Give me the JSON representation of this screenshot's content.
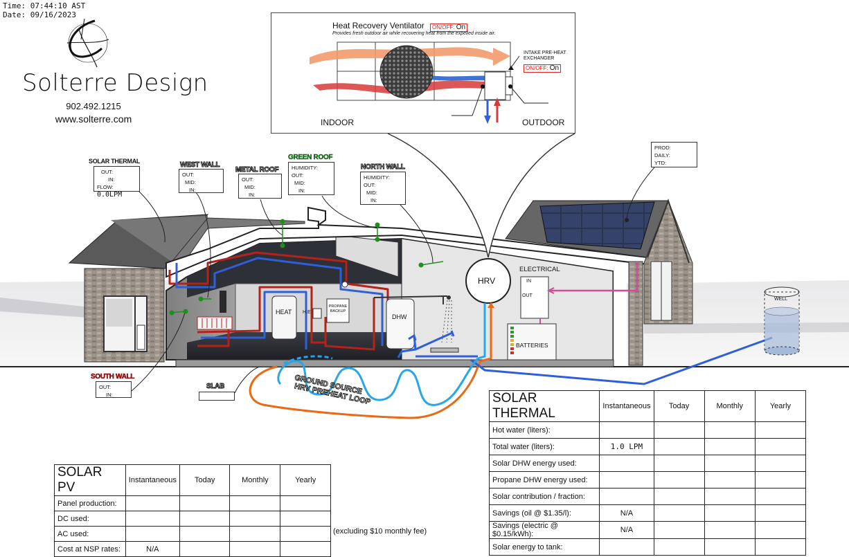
{
  "header": {
    "time_label": "Time:",
    "time_value": "07:44:10 AST",
    "date_label": "Date:",
    "date_value": "09/16/2023"
  },
  "company": {
    "name": "Solterre Design",
    "phone": "902.492.1215",
    "website": "www.solterre.com"
  },
  "hrv_panel": {
    "title": "Heat Recovery Ventilator",
    "onoff_key": "ON/OFF:",
    "onoff_value": "On",
    "description": "Provides fresh outdoor air while recovering heat from the expelled inside air.",
    "preheat_label_line1": "INTAKE PRE-HEAT",
    "preheat_label_line2": "EXCHANGER",
    "preheat_onoff_key": "ON/OFF:",
    "preheat_onoff_value": "On",
    "indoor_label": "INDOOR",
    "outdoor_label": "OUTDOOR"
  },
  "sensors": {
    "solar_thermal": {
      "title": "SOLAR THERMAL",
      "out": "OUT:",
      "in": "IN:",
      "flow_label": "FLOW:",
      "flow_value": "0.0LPM"
    },
    "west_wall": {
      "title": "WEST WALL",
      "out": "OUT:",
      "mid": "MID:",
      "in": "IN:"
    },
    "metal_roof": {
      "title": "METAL ROOF",
      "out": "OUT:",
      "mid": "MID:",
      "in": "IN:"
    },
    "green_roof": {
      "title": "GREEN ROOF",
      "humidity": "HUMIDITY:",
      "out": "OUT:",
      "mid": "MID:",
      "in": "IN:"
    },
    "north_wall": {
      "title": "NORTH WALL",
      "humidity": "HUMIDITY:",
      "out": "OUT:",
      "mid": "MID:",
      "in": "IN:"
    },
    "south_wall": {
      "title": "SOUTH WALL",
      "out": "OUT:",
      "in": "IN:"
    },
    "slab": {
      "title": "SLAB"
    },
    "production": {
      "prod": "PROD:",
      "daily": "DAILY:",
      "ytd": "YTD:"
    }
  },
  "diagram_labels": {
    "hrv": "HRV",
    "electrical": "ELECTRICAL",
    "elec_in": "IN",
    "elec_out": "OUT",
    "batteries": "BATTERIES",
    "heat": "HEAT",
    "he": "H.E",
    "propane_line1": "PROPANE",
    "propane_line2": "BACKUP",
    "dhw": "DHW",
    "well": "WELL",
    "loop_line1": "GROUND SOURCE",
    "loop_line2": "HRV PREHEAT LOOP"
  },
  "colors": {
    "hot_red": "#b3221b",
    "cold_blue": "#2f5fd8",
    "loop_orange": "#e86a17",
    "loop_light_blue": "#27a6e8",
    "sensor_green": "#1f8f1f",
    "pink_wire": "#d24c98"
  },
  "solar_pv": {
    "title": "SOLAR PV",
    "columns": [
      "Instantaneous",
      "Today",
      "Monthly",
      "Yearly"
    ],
    "rows": [
      {
        "label": "Panel production:",
        "values": [
          "",
          "",
          "",
          ""
        ]
      },
      {
        "label": "DC used:",
        "values": [
          "",
          "",
          "",
          ""
        ]
      },
      {
        "label": "AC used:",
        "values": [
          "",
          "",
          "",
          ""
        ]
      },
      {
        "label": "Cost at NSP rates:",
        "values": [
          "N/A",
          "",
          "",
          ""
        ]
      }
    ],
    "note": "(excluding $10 monthly fee)"
  },
  "solar_thermal_table": {
    "title": "SOLAR THERMAL",
    "columns": [
      "Instantaneous",
      "Today",
      "Monthly",
      "Yearly"
    ],
    "rows": [
      {
        "label": "Hot water (liters):",
        "values": [
          "",
          "",
          "",
          ""
        ]
      },
      {
        "label": "Total water (liters):",
        "values": [
          "1.0 LPM",
          "",
          "",
          ""
        ]
      },
      {
        "label": "Solar DHW energy used:",
        "values": [
          "",
          "",
          "",
          ""
        ]
      },
      {
        "label": "Propane DHW energy used:",
        "values": [
          "",
          "",
          "",
          ""
        ]
      },
      {
        "label": "Solar contribution / fraction:",
        "values": [
          "",
          "",
          "",
          ""
        ]
      },
      {
        "label": "Savings (oil @ $1.35/l):",
        "values": [
          "N/A",
          "",
          "",
          ""
        ]
      },
      {
        "label": "Savings (electric @ $0.15/kWh):",
        "values": [
          "N/A",
          "",
          "",
          ""
        ]
      },
      {
        "label": "Solar energy to tank:",
        "values": [
          "",
          "",
          "",
          ""
        ]
      }
    ]
  }
}
